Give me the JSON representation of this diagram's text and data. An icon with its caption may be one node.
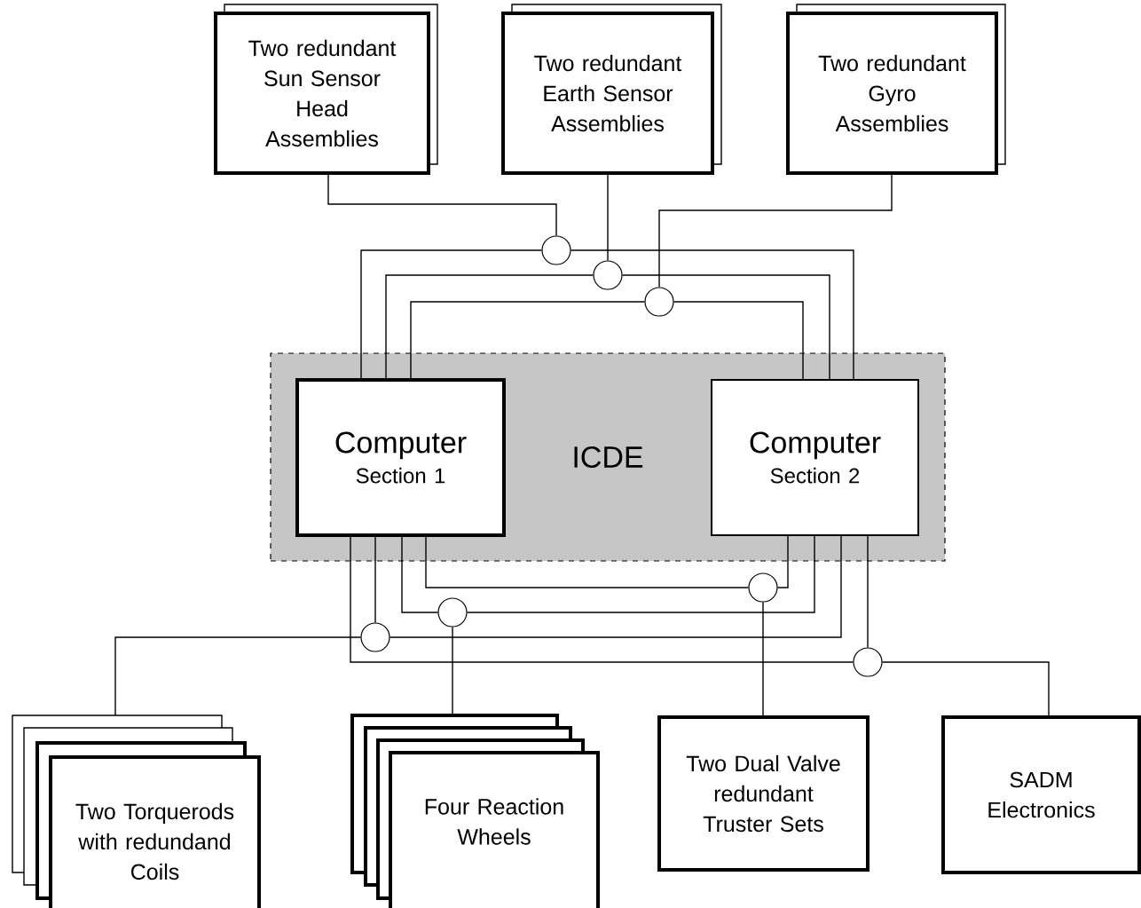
{
  "diagram": {
    "nodes": [
      {
        "text": [
          "Two redundant Sun Sensor Head Assemblies"
        ]
      },
      {
        "text": [
          "Two redundant Earth Sensor Assemblies"
        ]
      },
      {
        "text": [
          "Two redundant Gyro Assemblies"
        ]
      },
      {
        "text": [],
        "shape": "circle"
      },
      {
        "text": [],
        "shape": "circle"
      },
      {
        "text": [],
        "shape": "circle"
      },
      {
        "text": [
          "ICDE"
        ]
      },
      {
        "text": [
          "Computer",
          "Section 1"
        ],
        "in": 6
      },
      {
        "text": [
          "Computer",
          "Section 2"
        ],
        "in": 6
      },
      {
        "text": [],
        "shape": "circle"
      },
      {
        "text": [],
        "shape": "circle"
      },
      {
        "text": [],
        "shape": "circle"
      },
      {
        "text": [],
        "shape": "circle"
      },
      {
        "text": [
          "Two Torquerods with redundand Coils"
        ]
      },
      {
        "text": [
          "Four Reaction Wheels"
        ]
      },
      {
        "text": [
          "Two Dual Valve redundant Truster Sets"
        ]
      },
      {
        "text": [
          "SADM Electronics"
        ]
      }
    ],
    "edges": [
      {
        "from": 0,
        "to": 3,
        "arrow": "none"
      },
      {
        "from": 3,
        "to": 7,
        "arrow": "none"
      },
      {
        "from": 3,
        "to": 8,
        "arrow": "none"
      },
      {
        "from": 1,
        "to": 4,
        "arrow": "none"
      },
      {
        "from": 4,
        "to": 7,
        "arrow": "none"
      },
      {
        "from": 4,
        "to": 8,
        "arrow": "none"
      },
      {
        "from": 2,
        "to": 5,
        "arrow": "none"
      },
      {
        "from": 5,
        "to": 7,
        "arrow": "none"
      },
      {
        "from": 5,
        "to": 8,
        "arrow": "none"
      },
      {
        "from": 7,
        "to": 9,
        "arrow": "none"
      },
      {
        "from": 8,
        "to": 9,
        "arrow": "none"
      },
      {
        "from": 9,
        "to": 13,
        "arrow": "none"
      },
      {
        "from": 7,
        "to": 10,
        "arrow": "none"
      },
      {
        "from": 8,
        "to": 10,
        "arrow": "none"
      },
      {
        "from": 10,
        "to": 14,
        "arrow": "none"
      },
      {
        "from": 7,
        "to": 11,
        "arrow": "none"
      },
      {
        "from": 8,
        "to": 11,
        "arrow": "none"
      },
      {
        "from": 11,
        "to": 15,
        "arrow": "none"
      },
      {
        "from": 7,
        "to": 12,
        "arrow": "none"
      },
      {
        "from": 8,
        "to": 12,
        "arrow": "none"
      },
      {
        "from": 12,
        "to": 16,
        "arrow": "none"
      }
    ]
  }
}
